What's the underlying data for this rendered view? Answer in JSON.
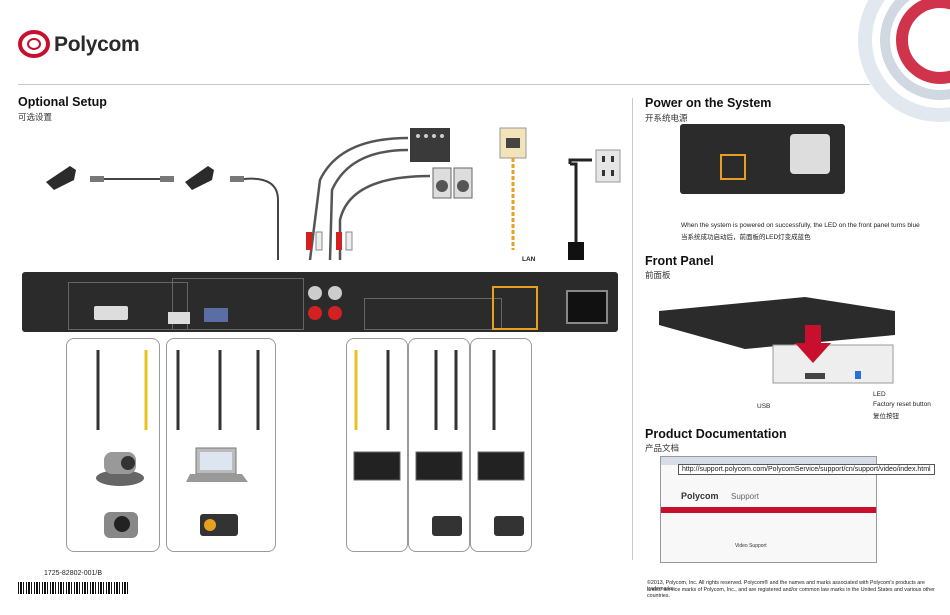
{
  "brand": {
    "name": "Polycom"
  },
  "optional_setup": {
    "title": "Optional Setup",
    "subtitle_cn": "可选设置",
    "lan_label": "LAN"
  },
  "power": {
    "title": "Power on the System",
    "subtitle_cn": "开系统电源",
    "note": "When the system is powered on successfully, the LED on the front panel turns blue",
    "note_cn": "当系统成功启动后，前面板的LED灯变成蓝色"
  },
  "front_panel": {
    "title": "Front Panel",
    "subtitle_cn": "前面板",
    "usb": "USB",
    "led": "LED",
    "reset": "Factory reset button",
    "reset_cn": "复位按钮"
  },
  "docs": {
    "title": "Product Documentation",
    "subtitle_cn": "产品文档",
    "url": "http://support.polycom.com/PolycomService/support/cn/support/video/index.html",
    "browser_brand": "Polycom",
    "browser_section": "Support",
    "browser_heading": "Video Support"
  },
  "footer": {
    "part_number": "1725-82802-001/B",
    "copyright_1": "©2013, Polycom, Inc. All rights reserved. Polycom® and the names and marks associated with Polycom's products  are trademarks",
    "copyright_2": "and/or service marks of Polycom, Inc., and are registered and/or common law marks in the United States and various other countries."
  },
  "colors": {
    "brand_red": "#c8102e",
    "cable_orange": "#e8a020",
    "cable_yellow": "#f0d020",
    "cable_red": "#d32020",
    "device_dark": "#2b2b2b"
  }
}
